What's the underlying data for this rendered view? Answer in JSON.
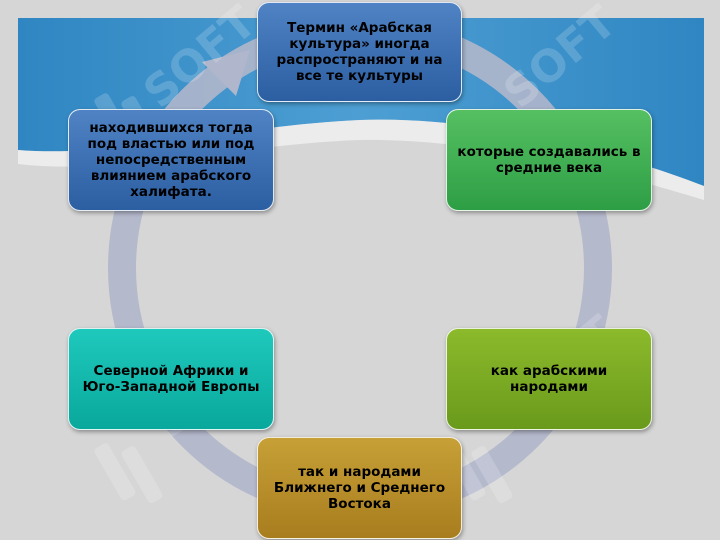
{
  "colors": {
    "background": "#d6d6d6",
    "banner": "#3f8fc4",
    "ring": "#aeb4c9",
    "node_blue": "#2c5ea2",
    "node_green": "#2e9e45",
    "node_olive": "#6a9a1b",
    "node_gold": "#a87d1e",
    "node_teal": "#09a89c"
  },
  "watermark": {
    "text": "SOFT"
  },
  "cycle": {
    "nodes": [
      {
        "id": "top",
        "text": "Термин «Арабская культура» иногда распространяют и на все те культуры"
      },
      {
        "id": "right-top",
        "text": "которые создавались в средние века"
      },
      {
        "id": "right-bottom",
        "text": "как арабскими народами"
      },
      {
        "id": "bottom",
        "text": "так и народами Ближнего и Среднего Востока"
      },
      {
        "id": "left-bottom",
        "text": "Северной Африки и Юго-Западной Европы"
      },
      {
        "id": "left-top",
        "text": "находившихся тогда под властью или под непосредственным влиянием арабского халифата."
      }
    ]
  }
}
